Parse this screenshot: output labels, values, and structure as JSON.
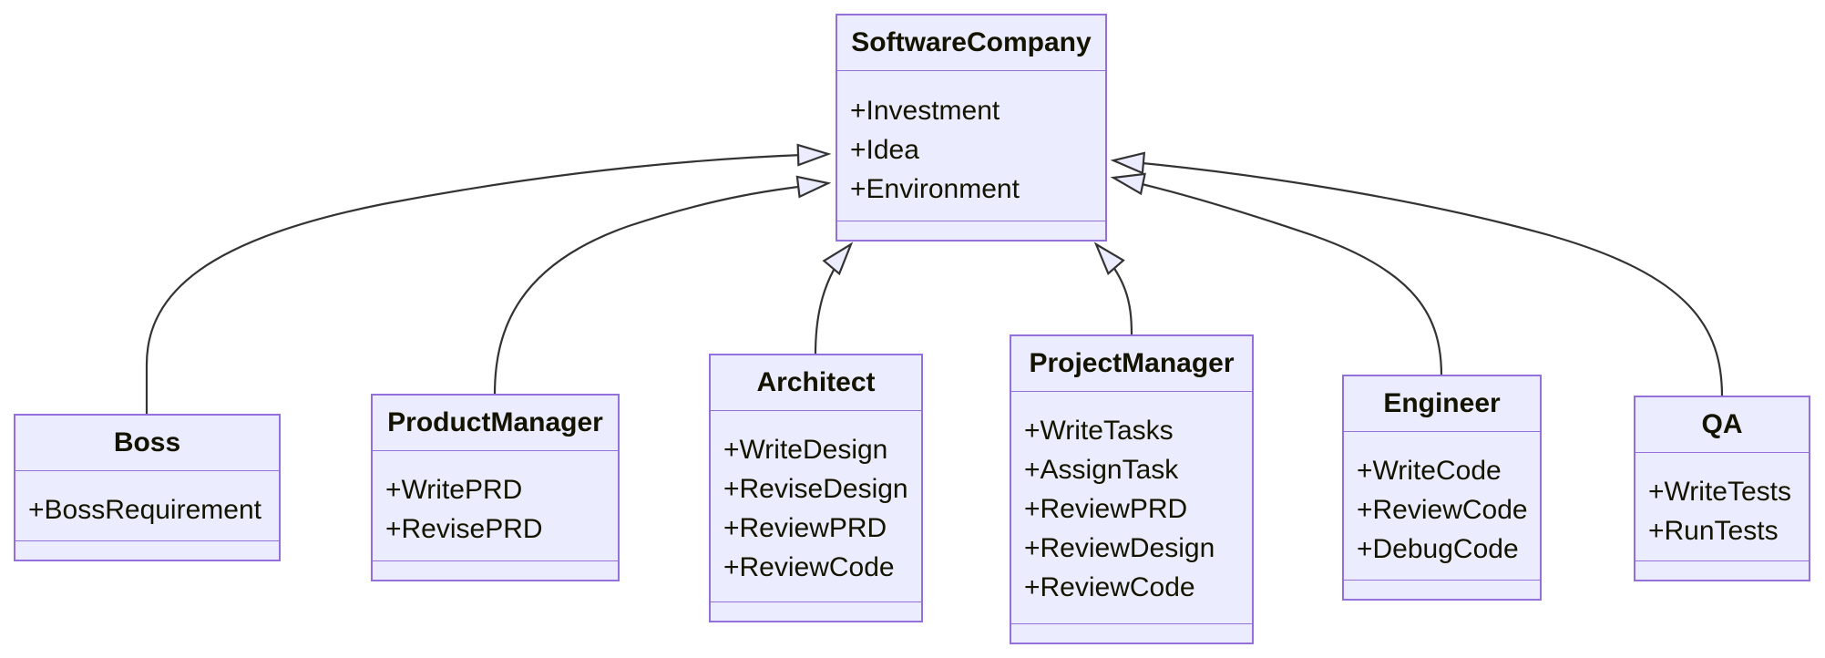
{
  "diagram": {
    "kind": "uml-class-diagram",
    "background": "#ffffff",
    "colors": {
      "box_fill": "#ECECFF",
      "box_border": "#9370DB",
      "edge_stroke": "#333333",
      "text": "#131300"
    },
    "classes": [
      {
        "name": "SoftwareCompany",
        "attributes": [
          "+Investment",
          "+Idea",
          "+Environment"
        ]
      },
      {
        "name": "Boss",
        "attributes": [
          "+BossRequirement"
        ]
      },
      {
        "name": "ProductManager",
        "attributes": [
          "+WritePRD",
          "+RevisePRD"
        ]
      },
      {
        "name": "Architect",
        "attributes": [
          "+WriteDesign",
          "+ReviseDesign",
          "+ReviewPRD",
          "+ReviewCode"
        ]
      },
      {
        "name": "ProjectManager",
        "attributes": [
          "+WriteTasks",
          "+AssignTask",
          "+ReviewPRD",
          "+ReviewDesign",
          "+ReviewCode"
        ]
      },
      {
        "name": "Engineer",
        "attributes": [
          "+WriteCode",
          "+ReviewCode",
          "+DebugCode"
        ]
      },
      {
        "name": "QA",
        "attributes": [
          "+WriteTests",
          "+RunTests"
        ]
      }
    ],
    "relationships": [
      {
        "from": "Boss",
        "to": "SoftwareCompany",
        "type": "inheritance"
      },
      {
        "from": "ProductManager",
        "to": "SoftwareCompany",
        "type": "inheritance"
      },
      {
        "from": "Architect",
        "to": "SoftwareCompany",
        "type": "inheritance"
      },
      {
        "from": "ProjectManager",
        "to": "SoftwareCompany",
        "type": "inheritance"
      },
      {
        "from": "Engineer",
        "to": "SoftwareCompany",
        "type": "inheritance"
      },
      {
        "from": "QA",
        "to": "SoftwareCompany",
        "type": "inheritance"
      }
    ]
  }
}
